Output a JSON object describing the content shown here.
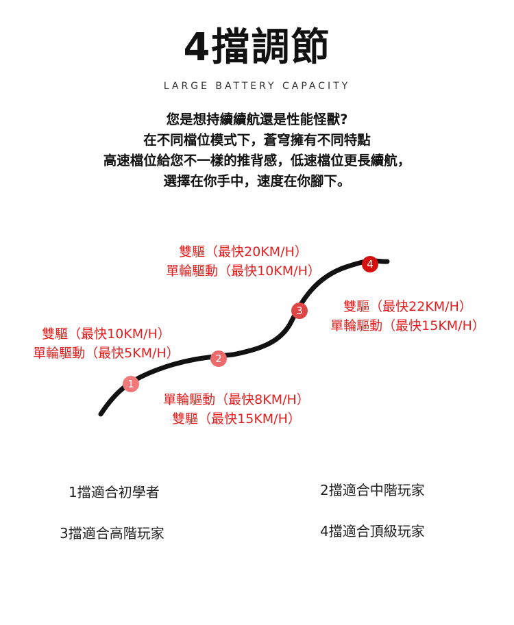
{
  "header": {
    "title": "4擋調節",
    "subtitle": "LARGE BATTERY CAPACITY"
  },
  "description": [
    "您是想持續續航還是性能怪獸?",
    "在不同檔位模式下，蒼穹擁有不同特點",
    "高速檔位給您不一樣的推背感，低速檔位更長續航，",
    "選擇在你手中，速度在你腳下。"
  ],
  "gears": [
    {
      "number": "1",
      "color": "#f07a7a",
      "lines": [
        "單輪驅動（最快8KM/H）",
        "雙驅（最快15KM/H）"
      ]
    },
    {
      "number": "2",
      "color": "#ec6a6a",
      "lines": [
        "雙驅（最快10KM/H）",
        "單輪驅動（最快5KM/H）"
      ]
    },
    {
      "number": "3",
      "color": "#e04545",
      "lines": [
        "雙驅（最快22KM/H）",
        "單輪驅動（最快15KM/H）"
      ]
    },
    {
      "number": "4",
      "color": "#d41010",
      "lines": [
        "雙驅（最快20KM/H）",
        "單輪驅動（最快10KM/H）"
      ]
    }
  ],
  "footer": [
    "1擋適合初學者",
    "2擋適合中階玩家",
    "3擋適合高階玩家",
    "4擋適合頂級玩家"
  ]
}
